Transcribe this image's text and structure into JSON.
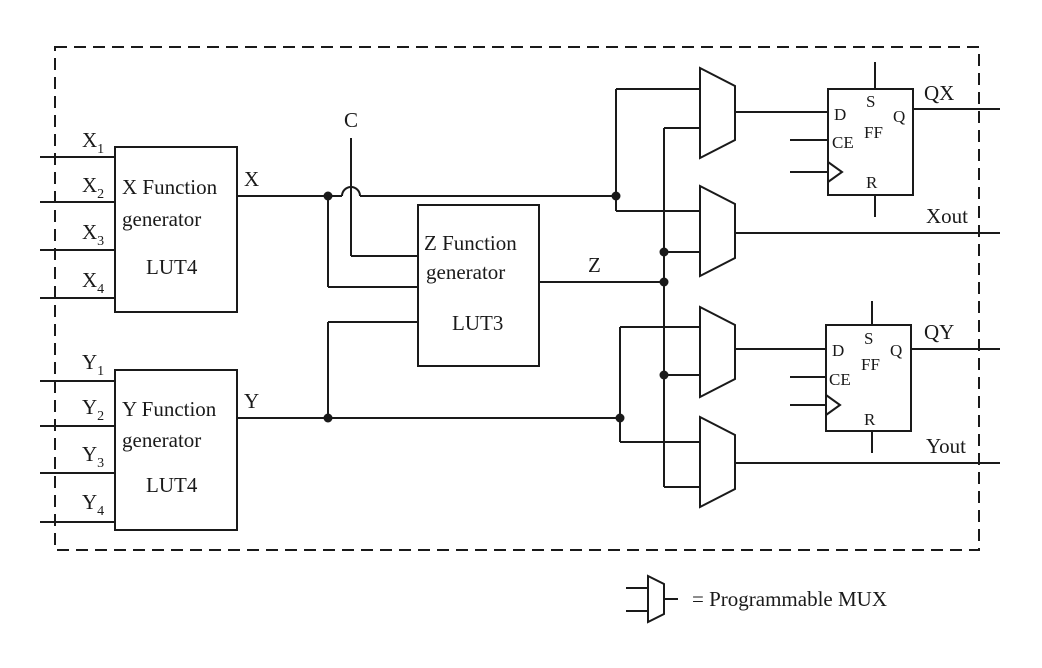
{
  "diagram": {
    "x_function": {
      "line1": "X Function",
      "line2": "generator",
      "line3": "LUT4"
    },
    "y_function": {
      "line1": "Y Function",
      "line2": "generator",
      "line3": "LUT4"
    },
    "z_function": {
      "line1": "Z Function",
      "line2": "generator",
      "line3": "LUT3"
    },
    "x_inputs": [
      {
        "base": "X",
        "sub": "1"
      },
      {
        "base": "X",
        "sub": "2"
      },
      {
        "base": "X",
        "sub": "3"
      },
      {
        "base": "X",
        "sub": "4"
      }
    ],
    "y_inputs": [
      {
        "base": "Y",
        "sub": "1"
      },
      {
        "base": "Y",
        "sub": "2"
      },
      {
        "base": "Y",
        "sub": "3"
      },
      {
        "base": "Y",
        "sub": "4"
      }
    ],
    "signal_x": "X",
    "signal_y": "Y",
    "signal_z": "Z",
    "signal_c": "C",
    "ff_top": {
      "d": "D",
      "s": "S",
      "q": "Q",
      "ce": "CE",
      "ff": "FF",
      "r": "R"
    },
    "ff_bottom": {
      "d": "D",
      "s": "S",
      "q": "Q",
      "ce": "CE",
      "ff": "FF",
      "r": "R"
    },
    "outputs": {
      "qx": "QX",
      "xout": "Xout",
      "qy": "QY",
      "yout": "Yout"
    },
    "legend": {
      "text": "= Programmable MUX"
    }
  }
}
